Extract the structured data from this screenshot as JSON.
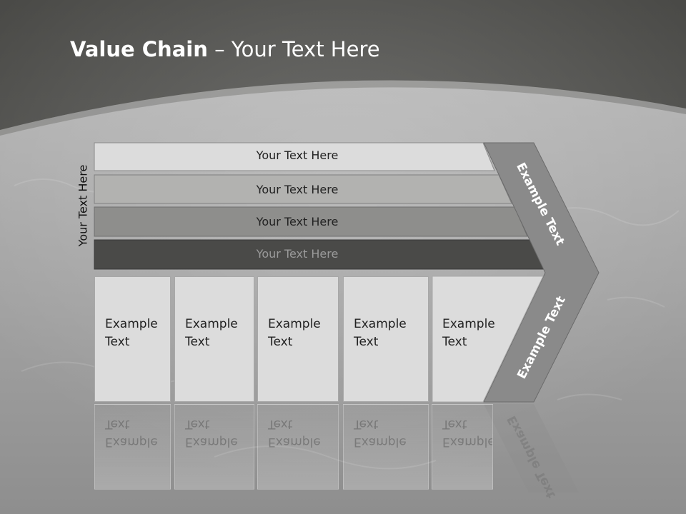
{
  "slide": {
    "title_bold": "Value Chain",
    "title_rest": " – Your Text Here",
    "side_label": "Your Text Here",
    "rows": [
      {
        "label": "Your Text Here",
        "fill": "#dcdcdc",
        "text_color": "#222222"
      },
      {
        "label": "Your Text Here",
        "fill": "#b2b2b0",
        "text_color": "#222222"
      },
      {
        "label": "Your Text Here",
        "fill": "#8e8e8c",
        "text_color": "#222222"
      },
      {
        "label": "Your Text Here",
        "fill": "#4a4a48",
        "text_color": "#9a9a9a"
      }
    ],
    "columns": [
      {
        "label": "Example\nText"
      },
      {
        "label": "Example\nText"
      },
      {
        "label": "Example\nText"
      },
      {
        "label": "Example\nText"
      },
      {
        "label": "Example\nText"
      }
    ],
    "chevron_top_label": "Example Text",
    "chevron_bottom_label": "Example Text",
    "colors": {
      "header_bg": "#575754",
      "chevron": "#8a8a8a",
      "surface": "#a6a6a6"
    }
  }
}
